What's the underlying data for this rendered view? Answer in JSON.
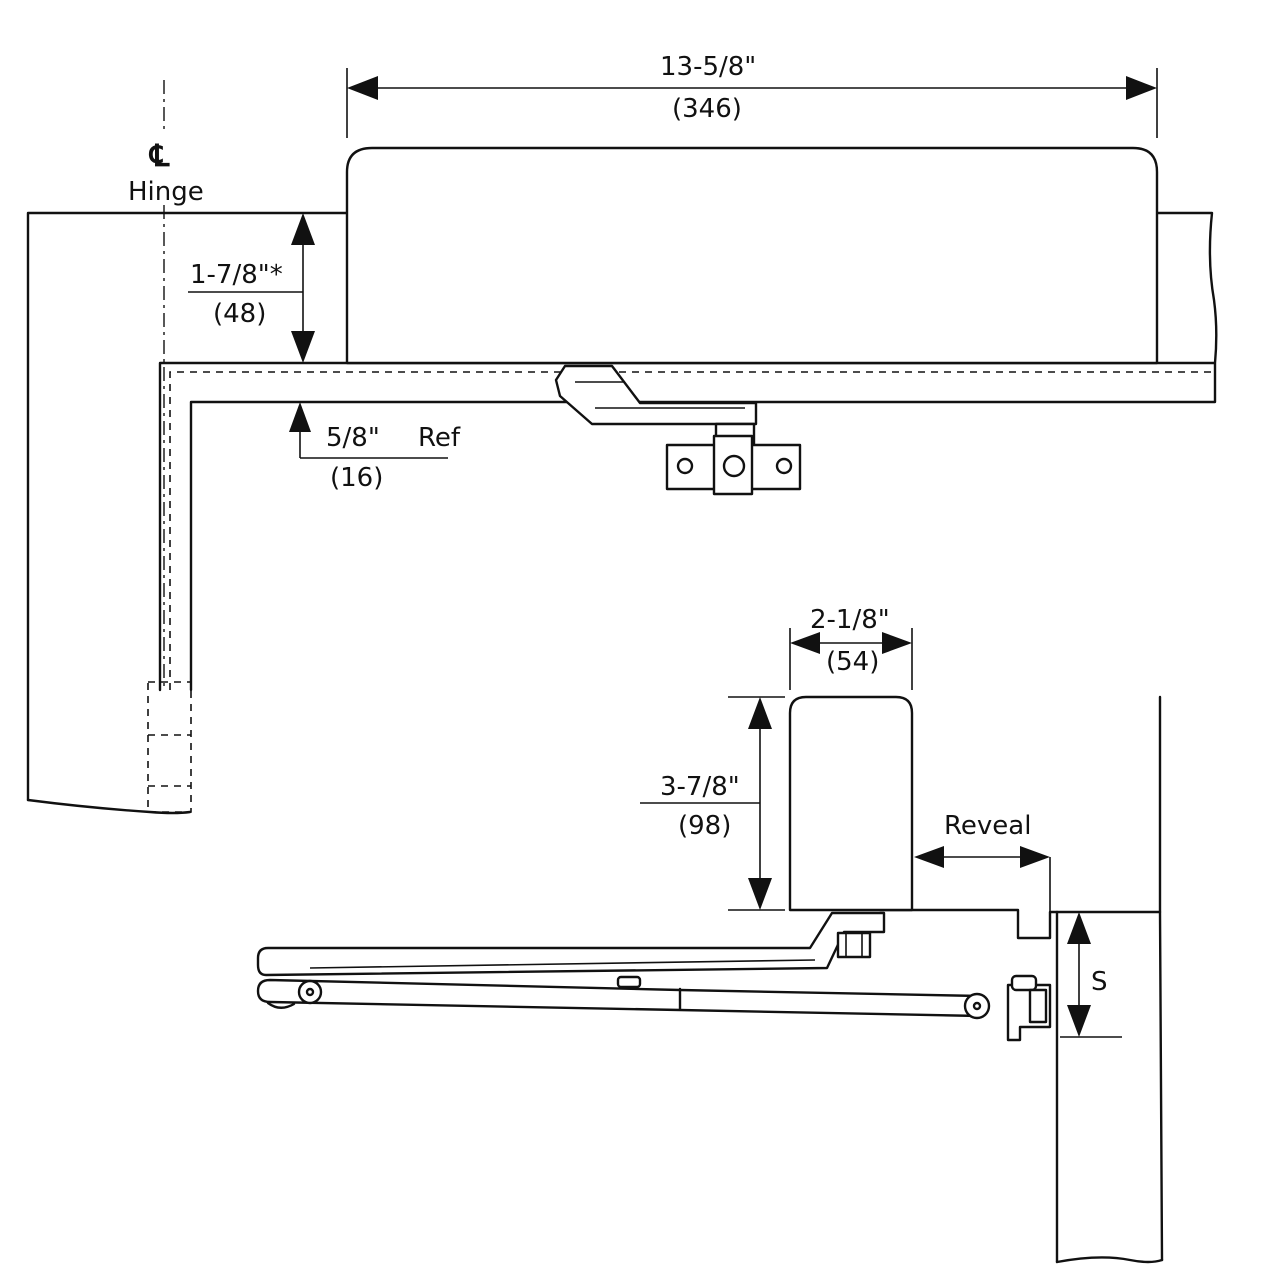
{
  "diagram": {
    "top_view": {
      "overall_width": "13-5/8\"",
      "overall_width_mm": "(346)",
      "centerline_symbol": "℄",
      "hinge_label": "Hinge",
      "height_dim": "1-7/8\"*",
      "height_dim_mm": "(48)",
      "ref_dim": "5/8\"",
      "ref_label": "Ref",
      "ref_dim_mm": "(16)"
    },
    "side_view": {
      "depth_dim": "2-1/8\"",
      "depth_dim_mm": "(54)",
      "height_dim": "3-7/8\"",
      "height_dim_mm": "(98)",
      "reveal_label": "Reveal",
      "s_label": "S"
    }
  }
}
